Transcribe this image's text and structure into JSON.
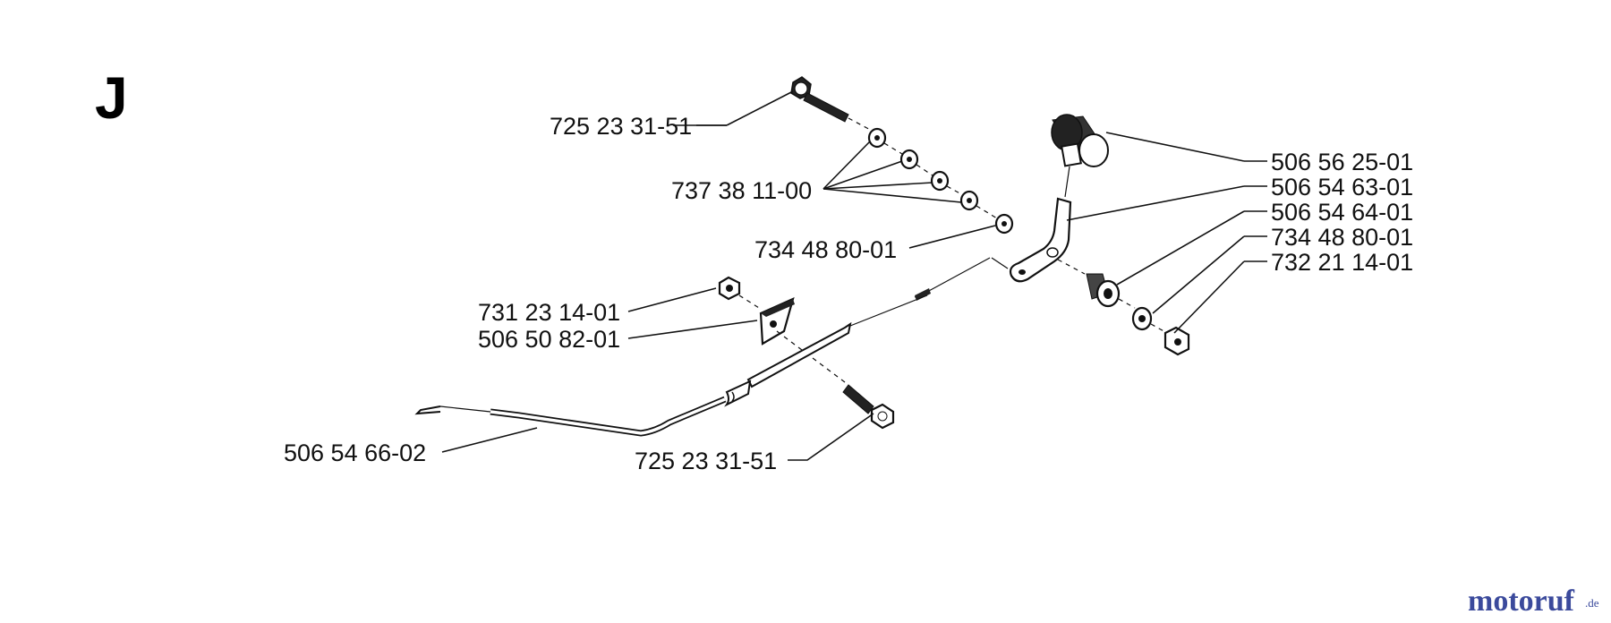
{
  "section_letter": "J",
  "parts": {
    "bolt_top": "725 23 31-51",
    "washers": "737 38 11-00",
    "washer_mid": "734 48 80-01",
    "nut_left": "731 23 14-01",
    "bracket_clip": "506 50 82-01",
    "cable": "506 54 66-02",
    "bolt_bottom": "725 23 31-51",
    "knob": "506 56 25-01",
    "lever": "506 54 63-01",
    "pivot": "506 54 64-01",
    "washer_right": "734 48 80-01",
    "nut_right": "732 21 14-01"
  },
  "watermark": {
    "brand": "motoruf",
    "suffix": ".de",
    "colors": {
      "primary": "#3b4a9c",
      "accent": "#c0392b"
    }
  }
}
